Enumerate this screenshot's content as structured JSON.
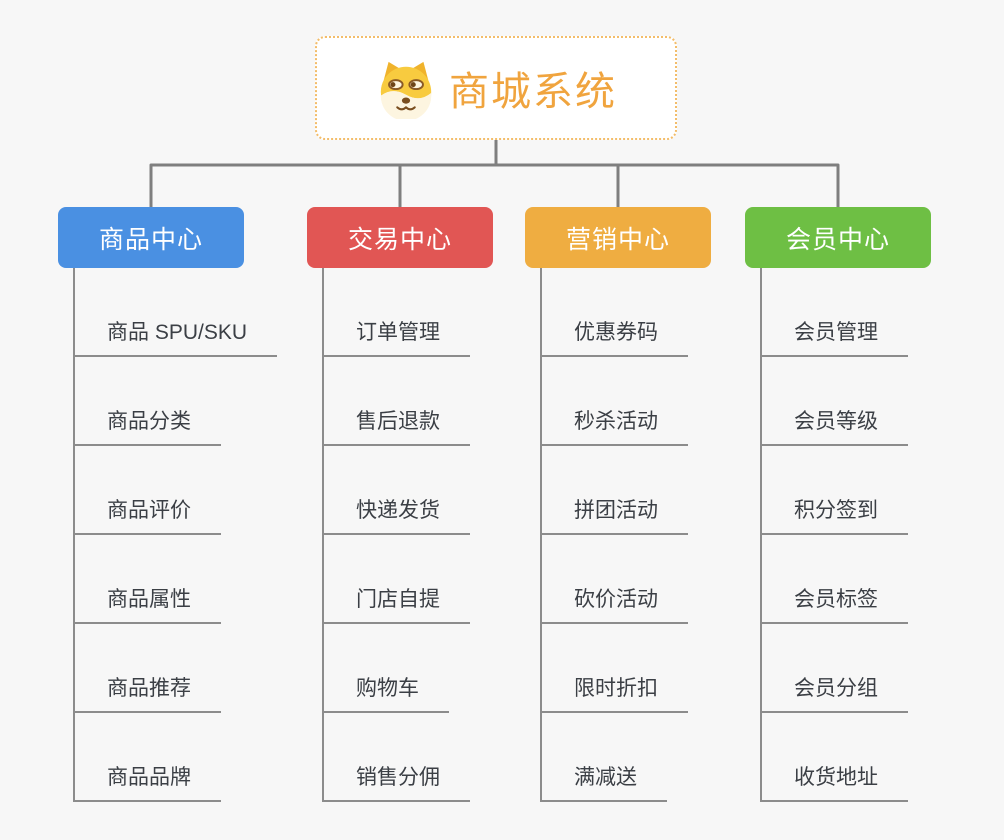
{
  "root": {
    "title": "商城系统",
    "icon": "dog-face-icon",
    "title_color": "#f0a43e",
    "border_color": "#f3bd6a"
  },
  "connector_color": "#7f7f7f",
  "canvas_bg": "#f7f7f7",
  "branches": [
    {
      "label": "商品中心",
      "color": "#4a90e2",
      "items": [
        "商品 SPU/SKU",
        "商品分类",
        "商品评价",
        "商品属性",
        "商品推荐",
        "商品品牌"
      ]
    },
    {
      "label": "交易中心",
      "color": "#e15654",
      "items": [
        "订单管理",
        "售后退款",
        "快递发货",
        "门店自提",
        "购物车",
        "销售分佣"
      ]
    },
    {
      "label": "营销中心",
      "color": "#efad41",
      "items": [
        "优惠券码",
        "秒杀活动",
        "拼团活动",
        "砍价活动",
        "限时折扣",
        "满减送"
      ]
    },
    {
      "label": "会员中心",
      "color": "#6ebf44",
      "items": [
        "会员管理",
        "会员等级",
        "积分签到",
        "会员标签",
        "会员分组",
        "收货地址"
      ]
    }
  ]
}
